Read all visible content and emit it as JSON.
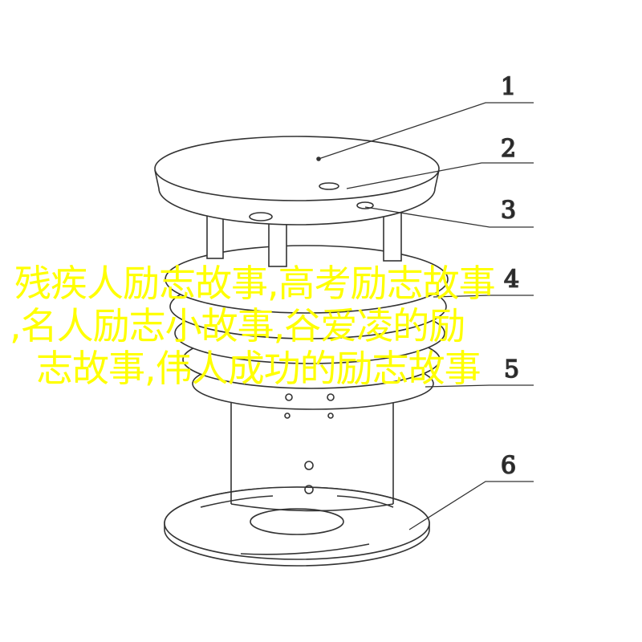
{
  "diagram": {
    "callouts": [
      "1",
      "2",
      "3",
      "4",
      "5",
      "6"
    ]
  },
  "overlay": {
    "lines": [
      "残疾人励志故事,高考励志故事",
      ",名人励志小故事,谷爱凌的励",
      "志故事,伟人成功的励志故事"
    ],
    "color": "#ffff00"
  }
}
